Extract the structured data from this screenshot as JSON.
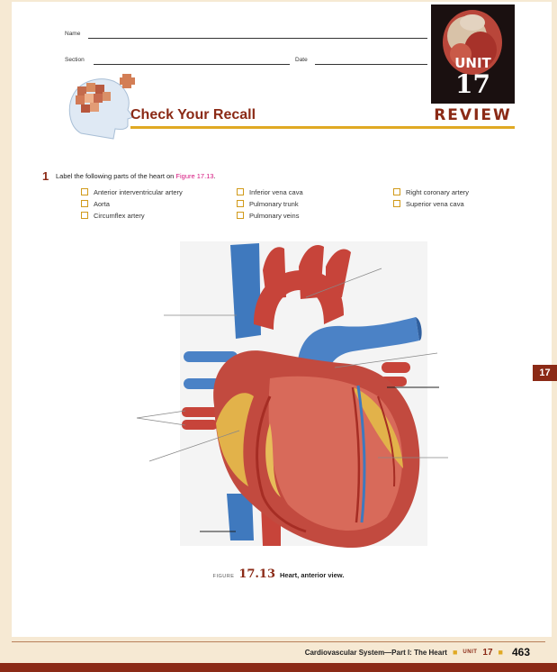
{
  "header": {
    "name_label": "Name",
    "section_label": "Section",
    "date_label": "Date"
  },
  "unit_badge": {
    "unit_word": "UNIT",
    "unit_number": "17",
    "review_word": "REVIEW"
  },
  "section_title": "Check Your Recall",
  "question1": {
    "number": "1",
    "prompt": "Label the following parts of the heart on ",
    "figure_ref": "Figure 17.13",
    "prompt_end": ".",
    "terms": [
      "Anterior interventricular artery",
      "Aorta",
      "Circumflex artery",
      "Inferior vena cava",
      "Pulmonary trunk",
      "Pulmonary veins",
      "Right coronary artery",
      "Superior vena cava"
    ]
  },
  "side_tab": "17",
  "caption": {
    "figure_word": "FIGURE",
    "figure_number": "17.13",
    "figure_title": "Heart, anterior view."
  },
  "footer": {
    "chapter": "Cardiovascular System—Part I: The Heart",
    "unit_word": "UNIT",
    "unit_number": "17",
    "page_number": "463"
  }
}
